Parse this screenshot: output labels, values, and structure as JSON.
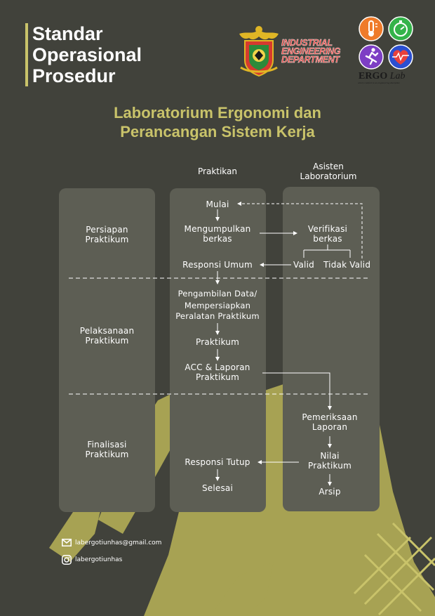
{
  "header": {
    "title_lines": [
      "Standar",
      "Operasional",
      "Prosedur"
    ],
    "department_lines": [
      "INDUSTRIAL",
      "ENGINEERING",
      "DEPARTMENT"
    ],
    "lab_logo": {
      "name": "ERGO",
      "suffix": "Lab",
      "tagline": "where comfort is an engineering discipline"
    }
  },
  "subtitle_lines": [
    "Laboratorium Ergonomi dan",
    "Perancangan Sistem Kerja"
  ],
  "columns": {
    "praktikan": "Praktikan",
    "asisten": [
      "Asisten",
      "Laboratorium"
    ]
  },
  "phases": {
    "persiapan": [
      "Persiapan",
      "Praktikum"
    ],
    "pelaksanaan": [
      "Pelaksanaan",
      "Praktikum"
    ],
    "finalisasi": [
      "Finalisasi",
      "Praktikum"
    ]
  },
  "steps": {
    "mulai": "Mulai",
    "mengumpulkan": [
      "Mengumpulkan",
      "berkas"
    ],
    "verifikasi": [
      "Verifikasi",
      "berkas"
    ],
    "valid": "Valid",
    "tidak_valid": "Tidak Valid",
    "responsi_umum": "Responsi Umum",
    "pengambilan": [
      "Pengambilan Data/",
      "Mempersiapkan",
      "Peralatan Praktikum"
    ],
    "praktikum": "Praktikum",
    "acc": [
      "ACC & Laporan",
      "Praktikum"
    ],
    "pemeriksaan": [
      "Pemeriksaan",
      "Laporan"
    ],
    "nilai": [
      "Nilai",
      "Praktikum"
    ],
    "responsi_tutup": "Responsi Tutup",
    "arsip": "Arsip",
    "selesai": "Selesai"
  },
  "contacts": {
    "email": "labergotiunhas@gmail.com",
    "instagram": "labergotiunhas"
  },
  "colors": {
    "background": "#41423b",
    "accent": "#c9c36a",
    "column": "#5d5e54",
    "department_red": "#e8403c",
    "icon_orange": "#ef7b2a",
    "icon_green": "#34b34a",
    "icon_purple": "#7d3ec4",
    "icon_blue": "#2b4fd1"
  },
  "icons": [
    "university-crest-icon",
    "thermometer-icon",
    "stopwatch-icon",
    "runner-icon",
    "heartbeat-icon",
    "mail-icon",
    "instagram-icon",
    "arrow-icon"
  ]
}
